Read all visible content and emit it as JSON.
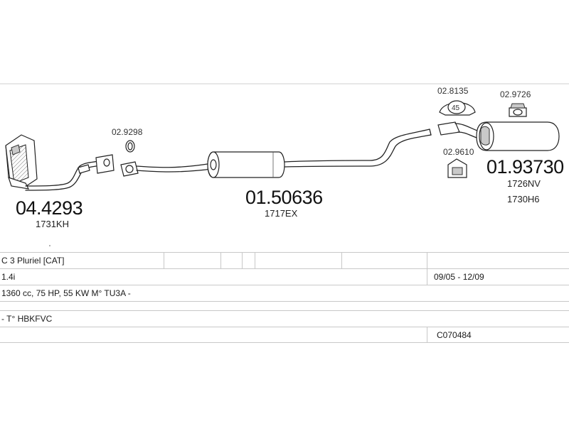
{
  "parts": {
    "catalytic_converter": {
      "number": "04.4293",
      "code": "1731KH"
    },
    "clamp_1": {
      "number": "02.9298"
    },
    "middle_silencer": {
      "number": "01.50636",
      "code": "1717EX"
    },
    "mounting_1": {
      "number": "02.8135",
      "badge": "45"
    },
    "mounting_2": {
      "number": "02.9726"
    },
    "mounting_3": {
      "number": "02.9610"
    },
    "rear_silencer": {
      "number": "01.93730",
      "codes": [
        "1726NV",
        "1730H6"
      ]
    }
  },
  "table": {
    "model": "C 3 Pluriel  [CAT]",
    "engine": "1.4i",
    "dates": "09/05 - 12/09",
    "specs": "1360 cc, 75 HP, 55 KW M° TU3A -",
    "type": "- T° HBKFVC",
    "ref": "C070484"
  }
}
